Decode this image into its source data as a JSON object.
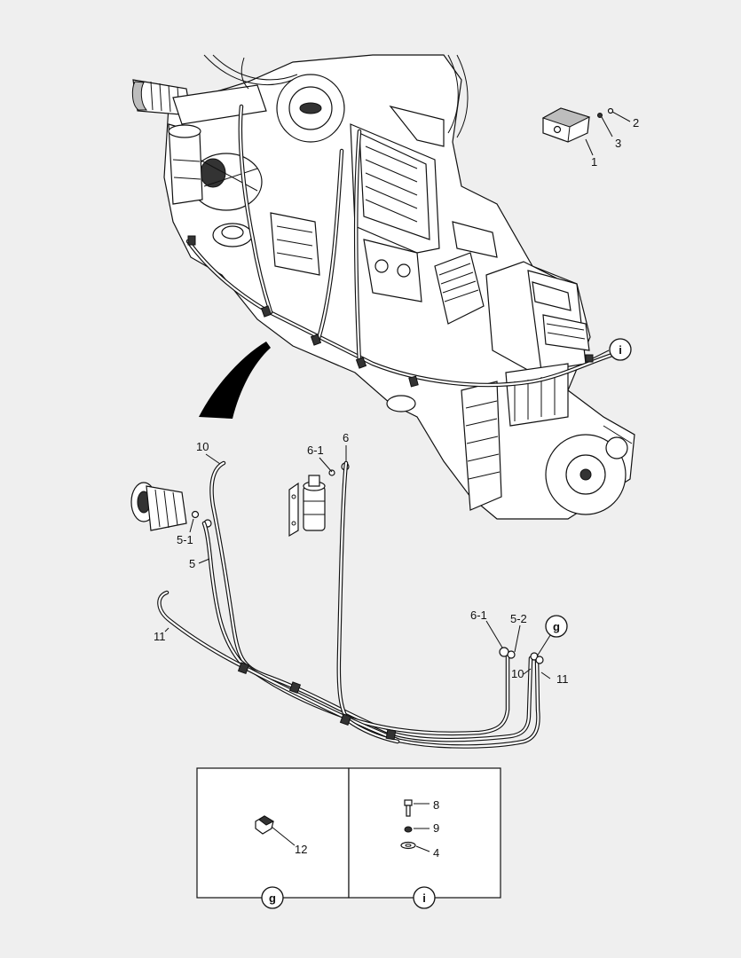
{
  "callouts": {
    "c1": "1",
    "c2": "2",
    "c3": "3",
    "c4": "4",
    "c5": "5",
    "c5_1": "5-1",
    "c5_2": "5-2",
    "c6": "6",
    "c6_1_top": "6-1",
    "c6_1_right": "6-1",
    "c8": "8",
    "c9": "9",
    "c10_top": "10",
    "c10_right": "10",
    "c11_left": "11",
    "c11_right": "11",
    "c12": "12"
  },
  "detail_refs": {
    "i_engine": "i",
    "g_hoses": "g",
    "g_box": "g",
    "i_box": "i"
  },
  "icons": {
    "arrow": "view-direction-arrow-icon",
    "engine": "engine-assembly-icon",
    "compressor": "ac-compressor-icon",
    "receiver_drier": "receiver-drier-icon",
    "relay": "relay-module-icon",
    "clamp": "hose-clamp-icon",
    "bolt": "bolt-icon",
    "washer": "washer-icon"
  },
  "colors": {
    "background": "#efefef",
    "line": "#111111"
  }
}
